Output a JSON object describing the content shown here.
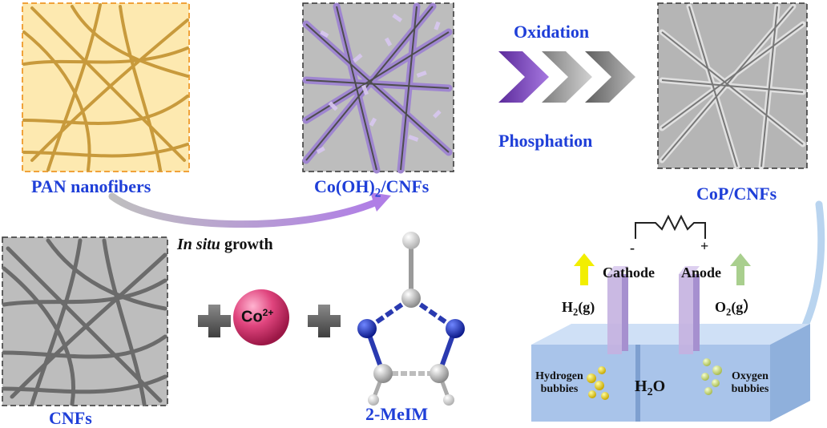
{
  "labels": {
    "pan_nanofibers": "PAN nanofibers",
    "cooh2_prefix": "Co(OH)",
    "cooh2_sub": "2",
    "cooh2_suffix": "/CNFs",
    "oxidation": "Oxidation",
    "phosphation": "Phosphation",
    "cop_cnfs": "CoP/CNFs",
    "in_situ": "In situ",
    "growth": " growth",
    "cnfs": "CNFs",
    "co_ion": "Co",
    "co_charge": "2+",
    "melm": "2-MeIM",
    "minus": "-",
    "plus": "+",
    "cathode": "Cathode",
    "anode": "Anode",
    "h2_prefix": "H",
    "h2_sub": "2",
    "h2_suffix": "(g)",
    "o2_prefix": "O",
    "o2_sub": "2",
    "o2_suffix": "(g）",
    "water_prefix": "H",
    "water_sub": "2",
    "water_suffix": "O",
    "hydrogen_bubbles": "Hydrogen bubbies",
    "oxygen_bubbles": "Oxygen bubbies"
  },
  "colors": {
    "label_blue": "#1f3fd8",
    "pan_fill": "#fde9b0",
    "pan_border": "#f0a23a",
    "fiber_gold": "#c89a3c",
    "gray_fill": "#bdbdbd",
    "fiber_gray": "#6b6b6b",
    "purple_crystal": "#9f86d0",
    "chevron_purple": "#7a3fbf",
    "chevron_gray": "#9a9a9a",
    "cobalt_pink": "#e0457e",
    "nitrogen_blue": "#1d2ea8",
    "electrolyzer_blue": "#a9c4ea",
    "cathode_arrow": "#f2ee00",
    "anode_arrow": "#a9cf8e"
  }
}
